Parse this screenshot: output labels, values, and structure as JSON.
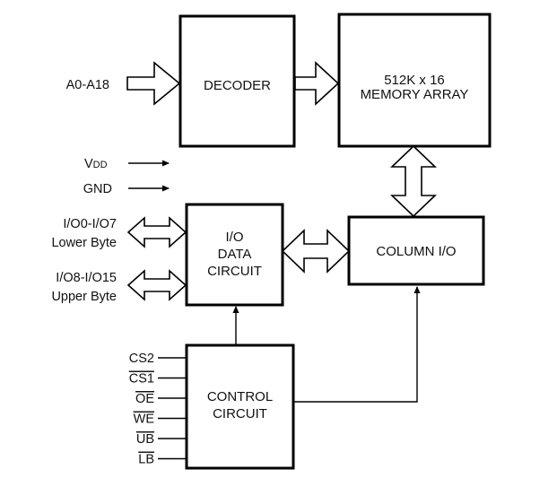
{
  "blocks": {
    "decoder": {
      "lines": [
        "DECODER"
      ]
    },
    "memory_array": {
      "lines": [
        "512K x 16",
        "MEMORY ARRAY"
      ]
    },
    "io_data_circuit": {
      "lines": [
        "I/O",
        "DATA",
        "CIRCUIT"
      ]
    },
    "column_io": {
      "lines": [
        "COLUMN I/O"
      ]
    },
    "control_circuit": {
      "lines": [
        "CONTROL",
        "CIRCUIT"
      ]
    }
  },
  "signals": {
    "address": "A0-A18",
    "vdd_main": "V",
    "vdd_sub": "DD",
    "gnd": "GND",
    "lower_byte_pins": "I/O0-I/O7",
    "lower_byte_label": "Lower Byte",
    "upper_byte_pins": "I/O8-I/O15",
    "upper_byte_label": "Upper Byte"
  },
  "control_inputs": [
    {
      "label": "CS2",
      "active_low": false
    },
    {
      "label": "CS1",
      "active_low": true
    },
    {
      "label": "OE",
      "active_low": true
    },
    {
      "label": "WE",
      "active_low": true
    },
    {
      "label": "UB",
      "active_low": true
    },
    {
      "label": "LB",
      "active_low": true
    }
  ]
}
